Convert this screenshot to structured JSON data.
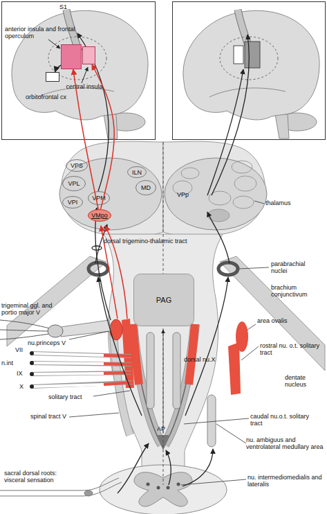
{
  "diagram": {
    "nodes": [
      {
        "text": [
          "anterior insula and frontal operculum"
        ]
      },
      {
        "text": [
          "central insula"
        ]
      },
      {
        "text": [
          "orbitofrontal cx"
        ]
      },
      {
        "text": [
          "VPS"
        ]
      },
      {
        "text": [
          "VPL"
        ]
      },
      {
        "text": [
          "VPI"
        ]
      },
      {
        "text": [
          "VPM"
        ]
      },
      {
        "text": [
          "VMpo"
        ]
      },
      {
        "text": [
          "ILN"
        ]
      },
      {
        "text": [
          "MD"
        ]
      },
      {
        "text": [
          "PAG"
        ]
      }
    ],
    "edges": [
      {
        "from": 7,
        "to": 1,
        "arrow": "to"
      },
      {
        "from": 7,
        "to": 0,
        "arrow": "to"
      },
      {
        "from": 0,
        "to": 2,
        "arrow": "to"
      }
    ],
    "labels": [
      "S1",
      "dorsal trigemino-thalamic tract",
      "thalamus",
      "VPp",
      "parabrachial nuclei",
      "brachium conjunctivum",
      "trigeminal ggl. and portio major V",
      "nu.princeps V",
      "area ovalis",
      "dentate nucleus",
      "VII",
      "n.int",
      "IX",
      "X",
      "dorsal nu.X",
      "rostral nu. o.t. solitary tract",
      "solitary tract",
      "spinal tract V",
      "caudal nu.o.t. solitary tract",
      "AP",
      "nu. ambiguus and ventrolateral medullary area",
      "sacral dorsal roots: visceral sensation",
      "nu. intermediomedialis and lateralis"
    ]
  }
}
